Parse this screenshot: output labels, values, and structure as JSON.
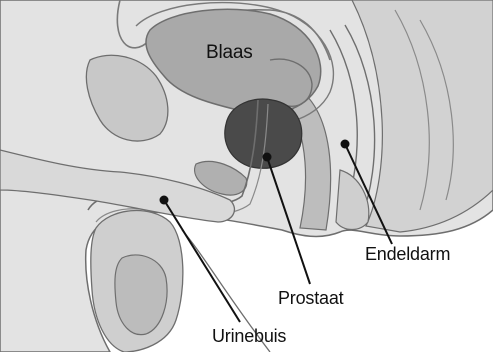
{
  "diagram": {
    "labels": {
      "bladder": "Blaas",
      "rectum": "Endeldarm",
      "prostate": "Prostaat",
      "urethra": "Urinebuis"
    },
    "colors": {
      "background": "#ffffff",
      "tissue_light": "#e3e3e3",
      "tissue_mid": "#c4c4c4",
      "tissue_dark": "#9a9a9a",
      "prostate": "#4a4a4a",
      "outline": "#6e6e6e",
      "leader_line": "#111111"
    }
  }
}
